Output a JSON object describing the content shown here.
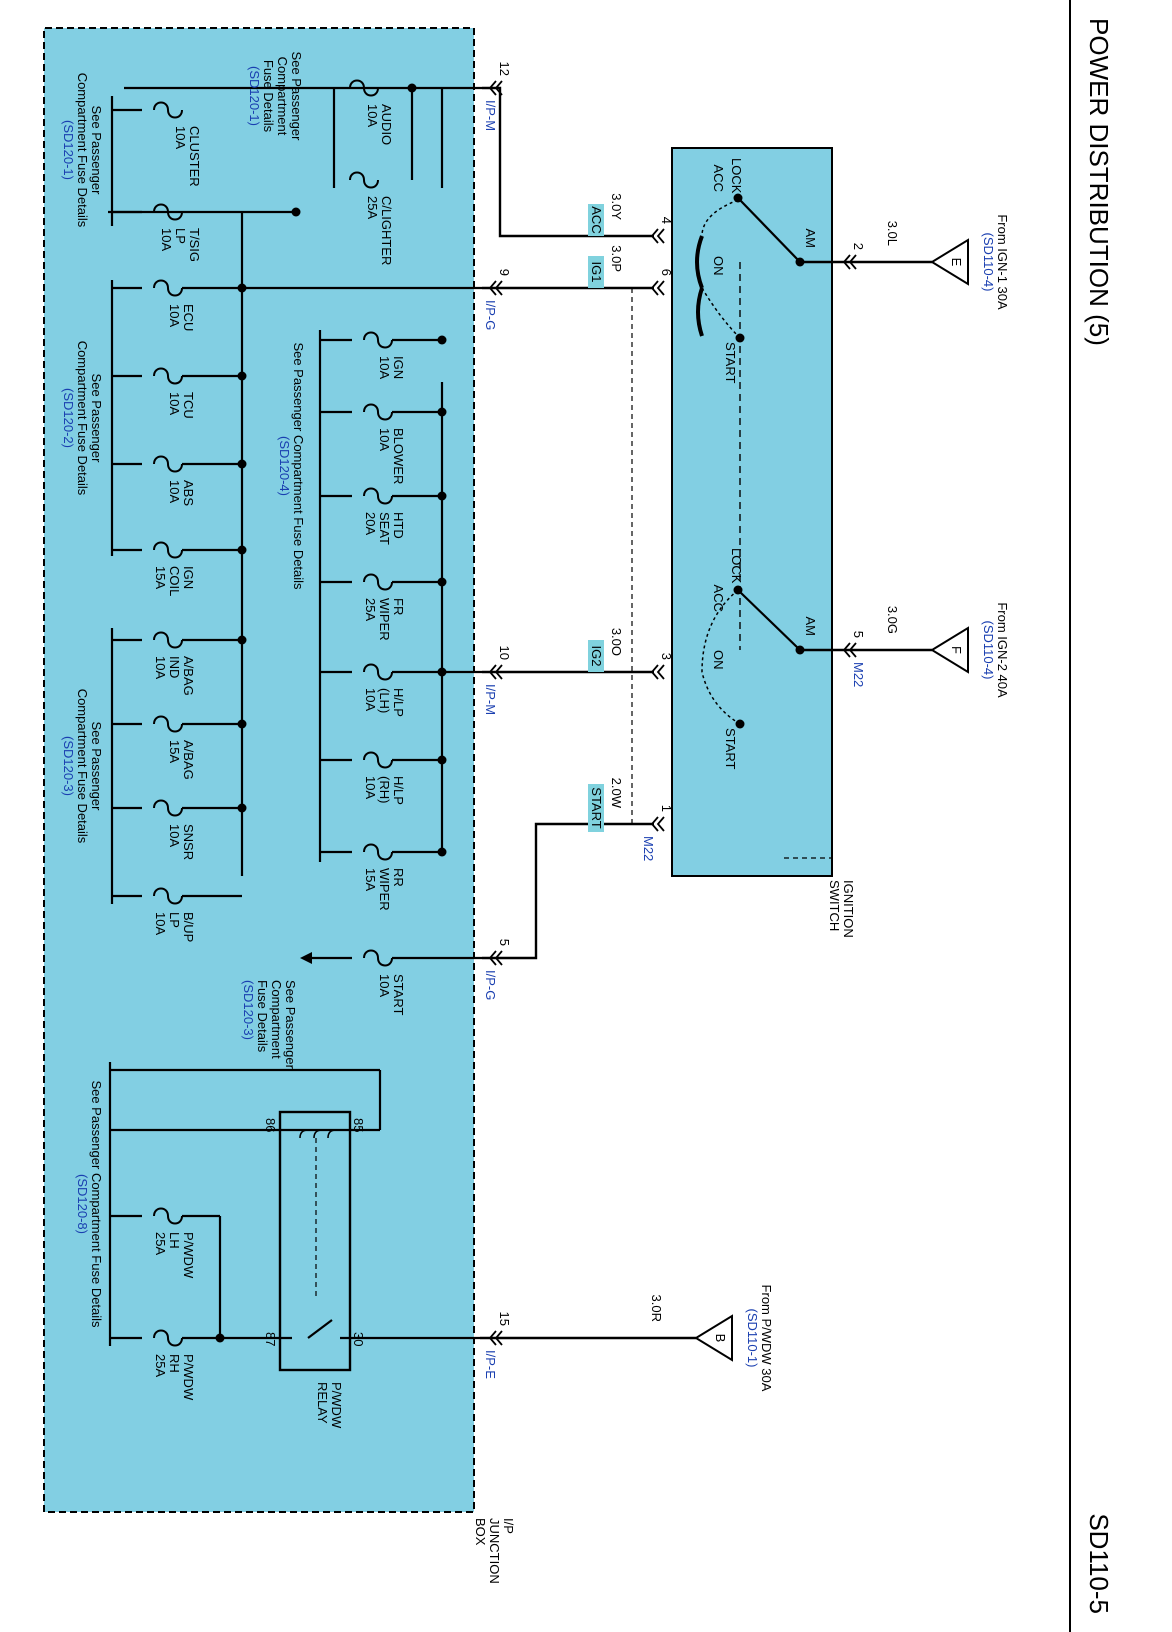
{
  "header": {
    "title": "POWER DISTRIBUTION (5)",
    "code": "SD110-5"
  },
  "junction_box": {
    "name_lines": [
      "I/P",
      "JUNCTION",
      "BOX"
    ]
  },
  "sources": [
    {
      "letter": "E",
      "from": "From IGN-1 30A",
      "ref": "(SD110-4)",
      "wire": "3.0L",
      "pin": "2"
    },
    {
      "letter": "F",
      "from": "From IGN-2 40A",
      "ref": "(SD110-4)",
      "wire": "3.0G",
      "pin": "5",
      "conn": "M22"
    },
    {
      "letter": "B",
      "from": "From P/WDW 30A",
      "ref": "(SD110-1)",
      "wire": "3.0R",
      "pin": "15",
      "conn": "I/P-E"
    }
  ],
  "ignition_switch": {
    "name_lines": [
      "IGNITION",
      "SWITCH"
    ],
    "top": {
      "lock": "LOCK",
      "acc": "ACC",
      "on": "ON",
      "start": "START",
      "am": "AM"
    },
    "bottom": {
      "lock": "LOCK",
      "acc": "ACC",
      "on": "ON",
      "start": "START",
      "am": "AM"
    }
  },
  "circuits": [
    {
      "pin": "4",
      "wire": "3.0Y",
      "tag": "ACC",
      "jb_pin": "12",
      "jb_conn": "I/P-M"
    },
    {
      "pin": "6",
      "wire": "3.0P",
      "tag": "IG1",
      "jb_pin": "9",
      "jb_conn": "I/P-G"
    },
    {
      "pin": "3",
      "wire": "3.0O",
      "tag": "IG2",
      "jb_pin": "10",
      "jb_conn": "I/P-M"
    },
    {
      "pin": "1",
      "wire": "2.0W",
      "tag": "START",
      "jb_pin": "5",
      "jb_conn": "I/P-G",
      "conn": "M22"
    }
  ],
  "fuses_acc": [
    {
      "lines": [
        "AUDIO",
        "10A"
      ]
    },
    {
      "lines": [
        "C/LIGHTER",
        "25A"
      ]
    },
    {
      "lines": [
        "CLUSTER",
        "10A"
      ]
    },
    {
      "lines": [
        "T/SIG",
        "LP",
        "10A"
      ]
    }
  ],
  "fuses_ig1": [
    {
      "lines": [
        "ECU",
        "10A"
      ]
    },
    {
      "lines": [
        "TCU",
        "10A"
      ]
    },
    {
      "lines": [
        "ABS",
        "10A"
      ]
    },
    {
      "lines": [
        "IGN",
        "COIL",
        "15A"
      ]
    },
    {
      "lines": [
        "A/BAG",
        "IND",
        "10A"
      ]
    },
    {
      "lines": [
        "A/BAG",
        "15A"
      ]
    },
    {
      "lines": [
        "SNSR",
        "10A"
      ]
    },
    {
      "lines": [
        "B/UP",
        "LP",
        "10A"
      ]
    }
  ],
  "fuses_ig2": [
    {
      "lines": [
        "IGN",
        "10A"
      ]
    },
    {
      "lines": [
        "BLOWER",
        "10A"
      ]
    },
    {
      "lines": [
        "HTD",
        "SEAT",
        "20A"
      ]
    },
    {
      "lines": [
        "FR",
        "WIPER",
        "25A"
      ]
    },
    {
      "lines": [
        "H/LP",
        "(LH)",
        "10A"
      ]
    },
    {
      "lines": [
        "H/LP",
        "(RH)",
        "10A"
      ]
    },
    {
      "lines": [
        "RR",
        "WIPER",
        "15A"
      ]
    }
  ],
  "fuse_start": {
    "lines": [
      "START",
      "10A"
    ]
  },
  "fuses_pwdw": [
    {
      "lines": [
        "P/WDW",
        "LH",
        "25A"
      ]
    },
    {
      "lines": [
        "P/WDW",
        "RH",
        "25A"
      ]
    }
  ],
  "relay": {
    "name_lines": [
      "P/WDW",
      "RELAY"
    ],
    "pin_85": "85",
    "pin_86": "86",
    "pin_30": "30",
    "pin_87": "87"
  },
  "notes": {
    "n1": {
      "lines": [
        "See Passenger",
        "Compartment",
        "Fuse Details"
      ],
      "ref": "(SD120-1)"
    },
    "n2": {
      "lines": [
        "See Passenger",
        "Compartment Fuse Details"
      ],
      "ref": "(SD120-1)"
    },
    "n3": {
      "lines": [
        "See Passenger",
        "Compartment Fuse Details"
      ],
      "ref": "(SD120-2)"
    },
    "n4": {
      "lines": [
        "See Passenger Compartment Fuse Details"
      ],
      "ref": "(SD120-4)"
    },
    "n5": {
      "lines": [
        "See Passenger",
        "Compartment Fuse Details"
      ],
      "ref": "(SD120-3)"
    },
    "n6": {
      "lines": [
        "See Passenger",
        "Compartment",
        "Fuse Details"
      ],
      "ref": "(SD120-3)"
    },
    "n7": {
      "lines": [
        "See Passenger Compartment Fuse Details"
      ],
      "ref": "(SD120-8)"
    }
  },
  "colors": {
    "fill": "#82cfe3",
    "tag_fill": "#80d2de",
    "ref_blue": "#1a3fb0",
    "line": "#000000"
  }
}
